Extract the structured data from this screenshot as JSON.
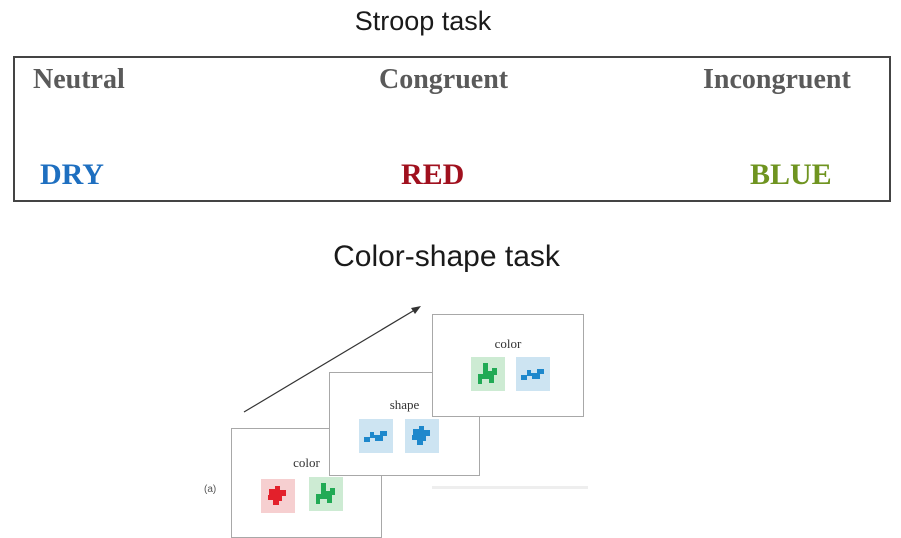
{
  "stroop": {
    "title": "Stroop task",
    "conditions": [
      {
        "label": "Neutral",
        "word": "DRY",
        "color": "#1e6fc0"
      },
      {
        "label": "Congruent",
        "word": "RED",
        "color": "#a0101e"
      },
      {
        "label": "Incongruent",
        "word": "BLUE",
        "color": "#6f9420"
      }
    ]
  },
  "color_shape": {
    "title": "Color-shape task",
    "panel_label": "(a)",
    "cards": [
      {
        "cue": "color",
        "tiles": [
          {
            "bg": "#f6cfd0",
            "fg": "#e3202b"
          },
          {
            "bg": "#cdebd3",
            "fg": "#22aa55"
          }
        ]
      },
      {
        "cue": "shape",
        "tiles": [
          {
            "bg": "#cde4f2",
            "fg": "#1e88cc"
          },
          {
            "bg": "#cde4f2",
            "fg": "#1e88cc"
          }
        ]
      },
      {
        "cue": "color",
        "tiles": [
          {
            "bg": "#cdebd3",
            "fg": "#22aa55"
          },
          {
            "bg": "#cde4f2",
            "fg": "#1e88cc"
          }
        ]
      }
    ]
  }
}
